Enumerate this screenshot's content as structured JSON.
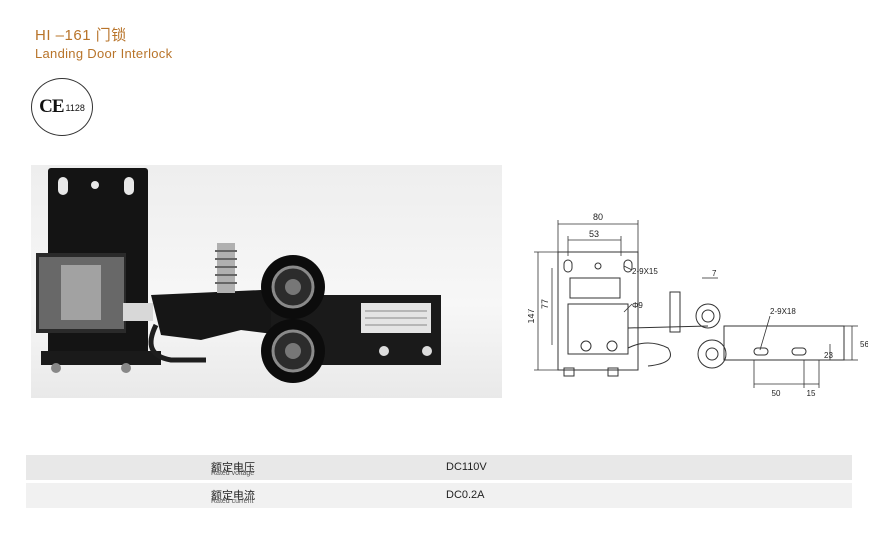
{
  "header": {
    "title": "HI –161 门锁",
    "subtitle": "Landing Door Interlock"
  },
  "certification": {
    "mark": "CE",
    "number": "1128"
  },
  "drawing": {
    "dims": {
      "width_80": "80",
      "width_53": "53",
      "height_147": "147",
      "height_77": "77",
      "hole_2_9x15": "2-9X15",
      "hole_2_9x18": "2-9X18",
      "dia_9": "Φ9",
      "gap_7": "7",
      "h_56": "56",
      "h_23": "23",
      "w_50": "50",
      "w_15": "15"
    }
  },
  "specs": [
    {
      "label_cn": "额定电压",
      "label_en": "Rated voltage",
      "value": "DC110V"
    },
    {
      "label_cn": "额定电流",
      "label_en": "Rated current",
      "value": "DC0.2A"
    }
  ]
}
